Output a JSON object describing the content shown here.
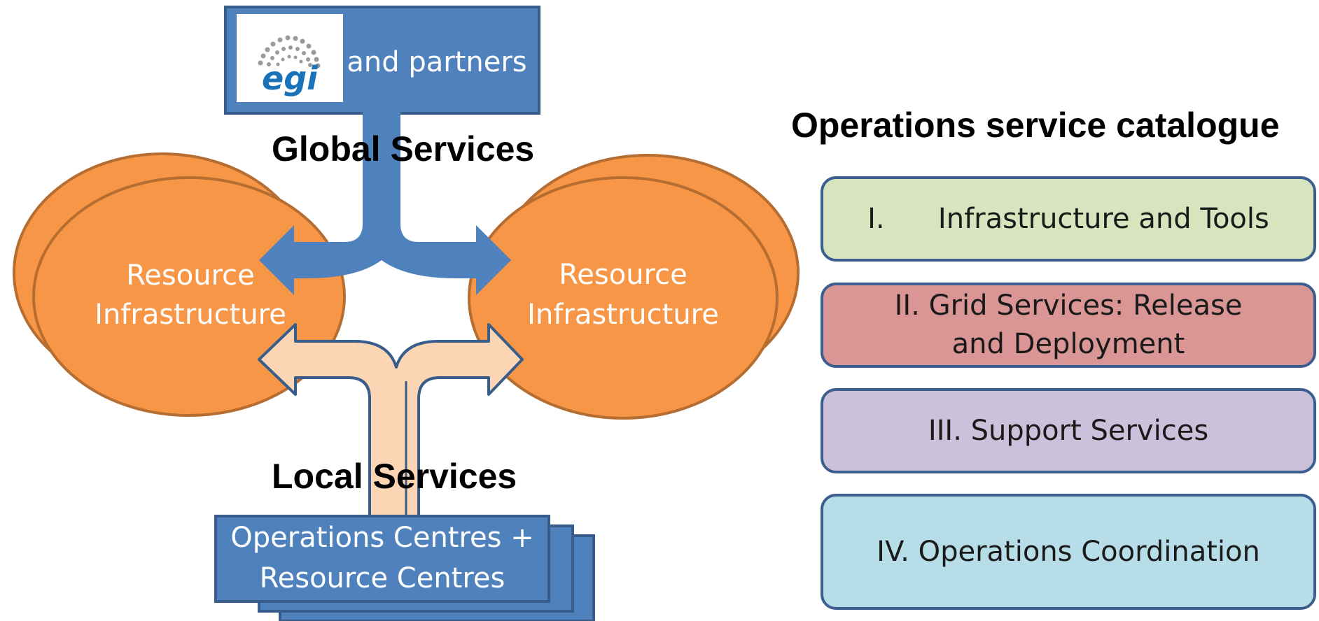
{
  "header": {
    "logo_text": "egi",
    "partners_label": "and partners"
  },
  "global_services_label": "Global Services",
  "local_services_label": "Local Services",
  "resource_left": {
    "line1": "Resource",
    "line2": "Infrastructure"
  },
  "resource_right": {
    "line1": "Resource",
    "line2": "Infrastructure"
  },
  "operations_box": {
    "line1": "Operations Centres +",
    "line2": "Resource Centres"
  },
  "catalogue": {
    "title": "Operations service catalogue",
    "items": [
      {
        "label": "I.      Infrastructure and Tools",
        "color": "#d7e4bd"
      },
      {
        "label": "II. Grid Services: Release and Deployment",
        "color": "#d99694"
      },
      {
        "label": "III. Support Services",
        "color": "#ccc1da"
      },
      {
        "label": "IV. Operations Coordination",
        "color": "#b7dee8"
      }
    ]
  },
  "colors": {
    "blue": "#4f81bd",
    "blue_border": "#385d8a",
    "orange": "#f79646",
    "orange_border": "#b66d31",
    "peach": "#fcd5b5"
  }
}
